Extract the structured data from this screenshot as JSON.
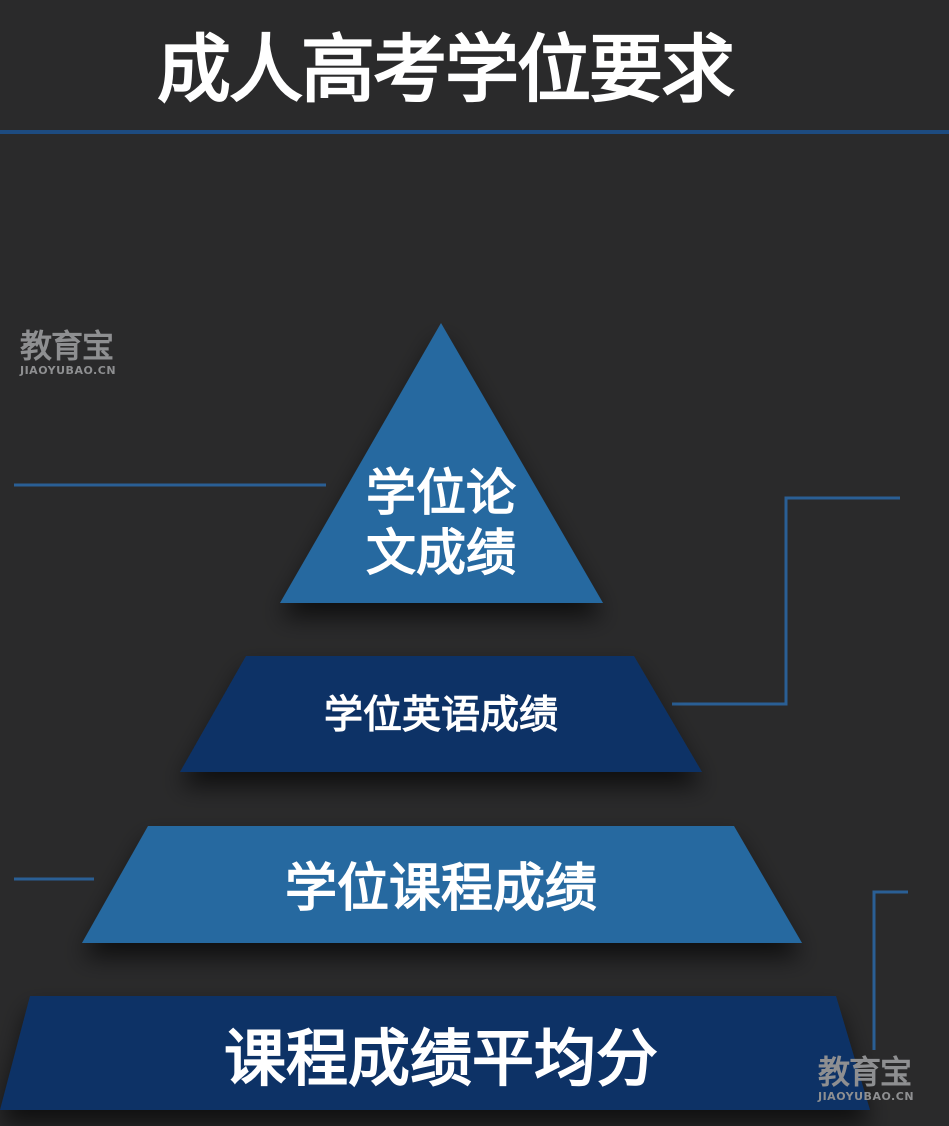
{
  "title": "成人高考学位要求",
  "watermark": {
    "main": "教育宝",
    "sub": "JIAOYUBAO.CN"
  },
  "colors": {
    "background": "#2a2a2b",
    "accent_rule": "#1d4b80",
    "tier_light": "#2769a0",
    "tier_dark": "#0d3366",
    "connector": "#2a5f95",
    "text": "#ffffff"
  },
  "pyramid": {
    "apex": {
      "line1": "学位论",
      "line2": "文成绩"
    },
    "tier2": "学位英语成绩",
    "tier3": "学位课程成绩",
    "tier4": "课程成绩平均分"
  }
}
